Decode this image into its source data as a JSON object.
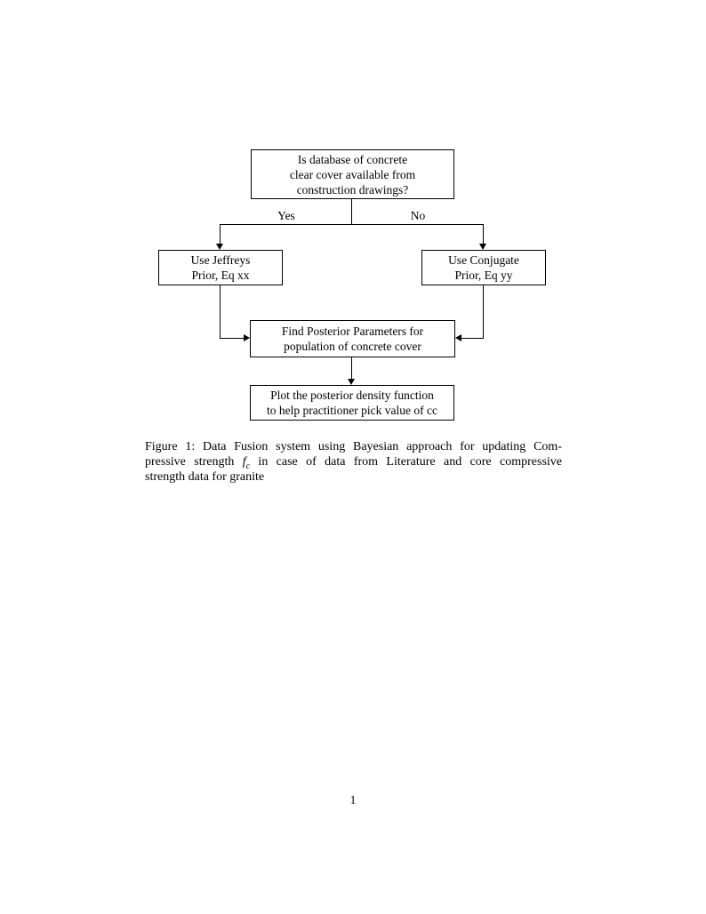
{
  "page": {
    "number": "1"
  },
  "colors": {
    "ink": "#000000",
    "paper": "#ffffff"
  },
  "flowchart": {
    "nodes": [
      {
        "id": "start",
        "label": "Is database of concrete\nclear cover available from\nconstruction drawings?"
      },
      {
        "id": "jeffreys",
        "label": "Use Jeffreys\nPrior, Eq xx"
      },
      {
        "id": "conjugate",
        "label": "Use Conjugate\nPrior, Eq yy"
      },
      {
        "id": "posterior",
        "label": "Find Posterior Parameters for\npopulation of concrete cover"
      },
      {
        "id": "plot",
        "label": "Plot the posterior density function\nto help practitioner pick value of cc"
      }
    ],
    "edge_labels": {
      "yes": "Yes",
      "no": "No"
    }
  },
  "caption": {
    "line1": "Figure 1: Data Fusion system using Bayesian approach for updating Com-",
    "line2_pre": "pressive strength ",
    "fc_base": "f",
    "fc_sub": "c",
    "line2_post": " in case of data from Literature and core compressive",
    "line3": "strength data for granite"
  }
}
